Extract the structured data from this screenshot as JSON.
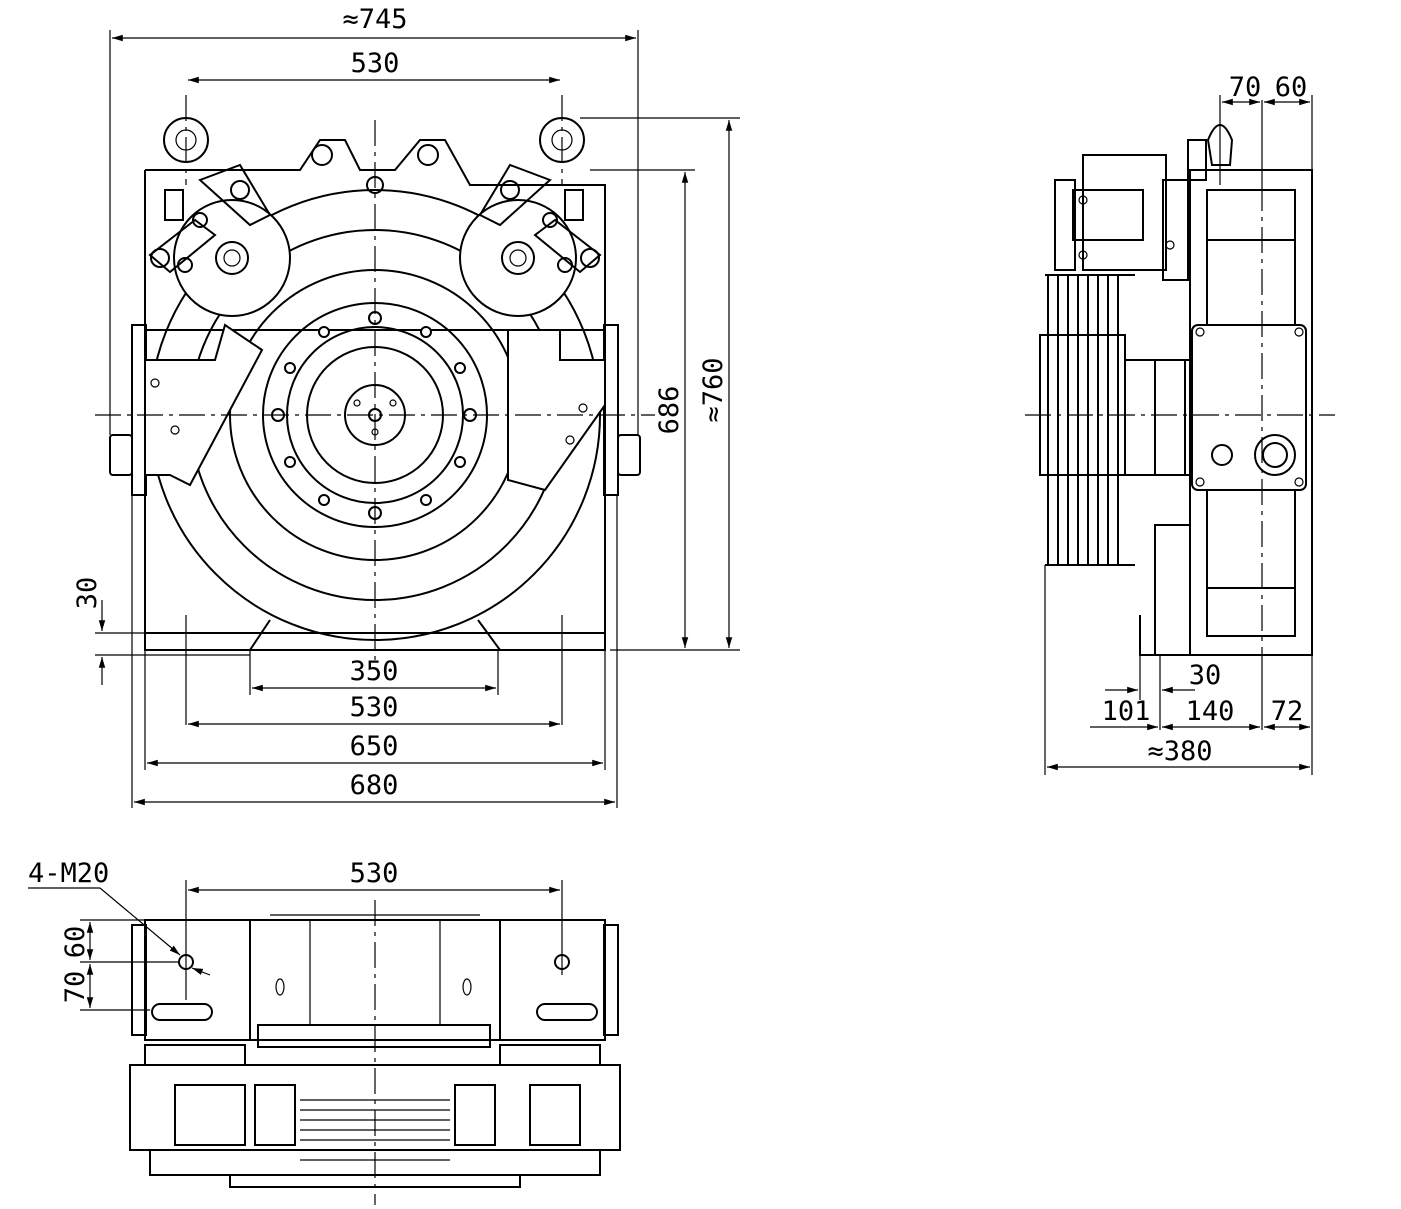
{
  "front_view": {
    "width_overall": "≈745",
    "lift_eye_spacing": "530",
    "height_686": "686",
    "height_overall": "≈760",
    "base_offset": "30",
    "foot_gap": "350",
    "bolt_spacing": "530",
    "base_width": "650",
    "frame_width": "680"
  },
  "side_view": {
    "top_70": "70",
    "top_60": "60",
    "dim_30": "30",
    "dim_101": "101",
    "dim_140": "140",
    "dim_72": "72",
    "depth_overall": "≈380"
  },
  "bottom_view": {
    "thread_callout": "4-M20",
    "bolt_spacing": "530",
    "dim_60": "60",
    "dim_70": "70"
  }
}
